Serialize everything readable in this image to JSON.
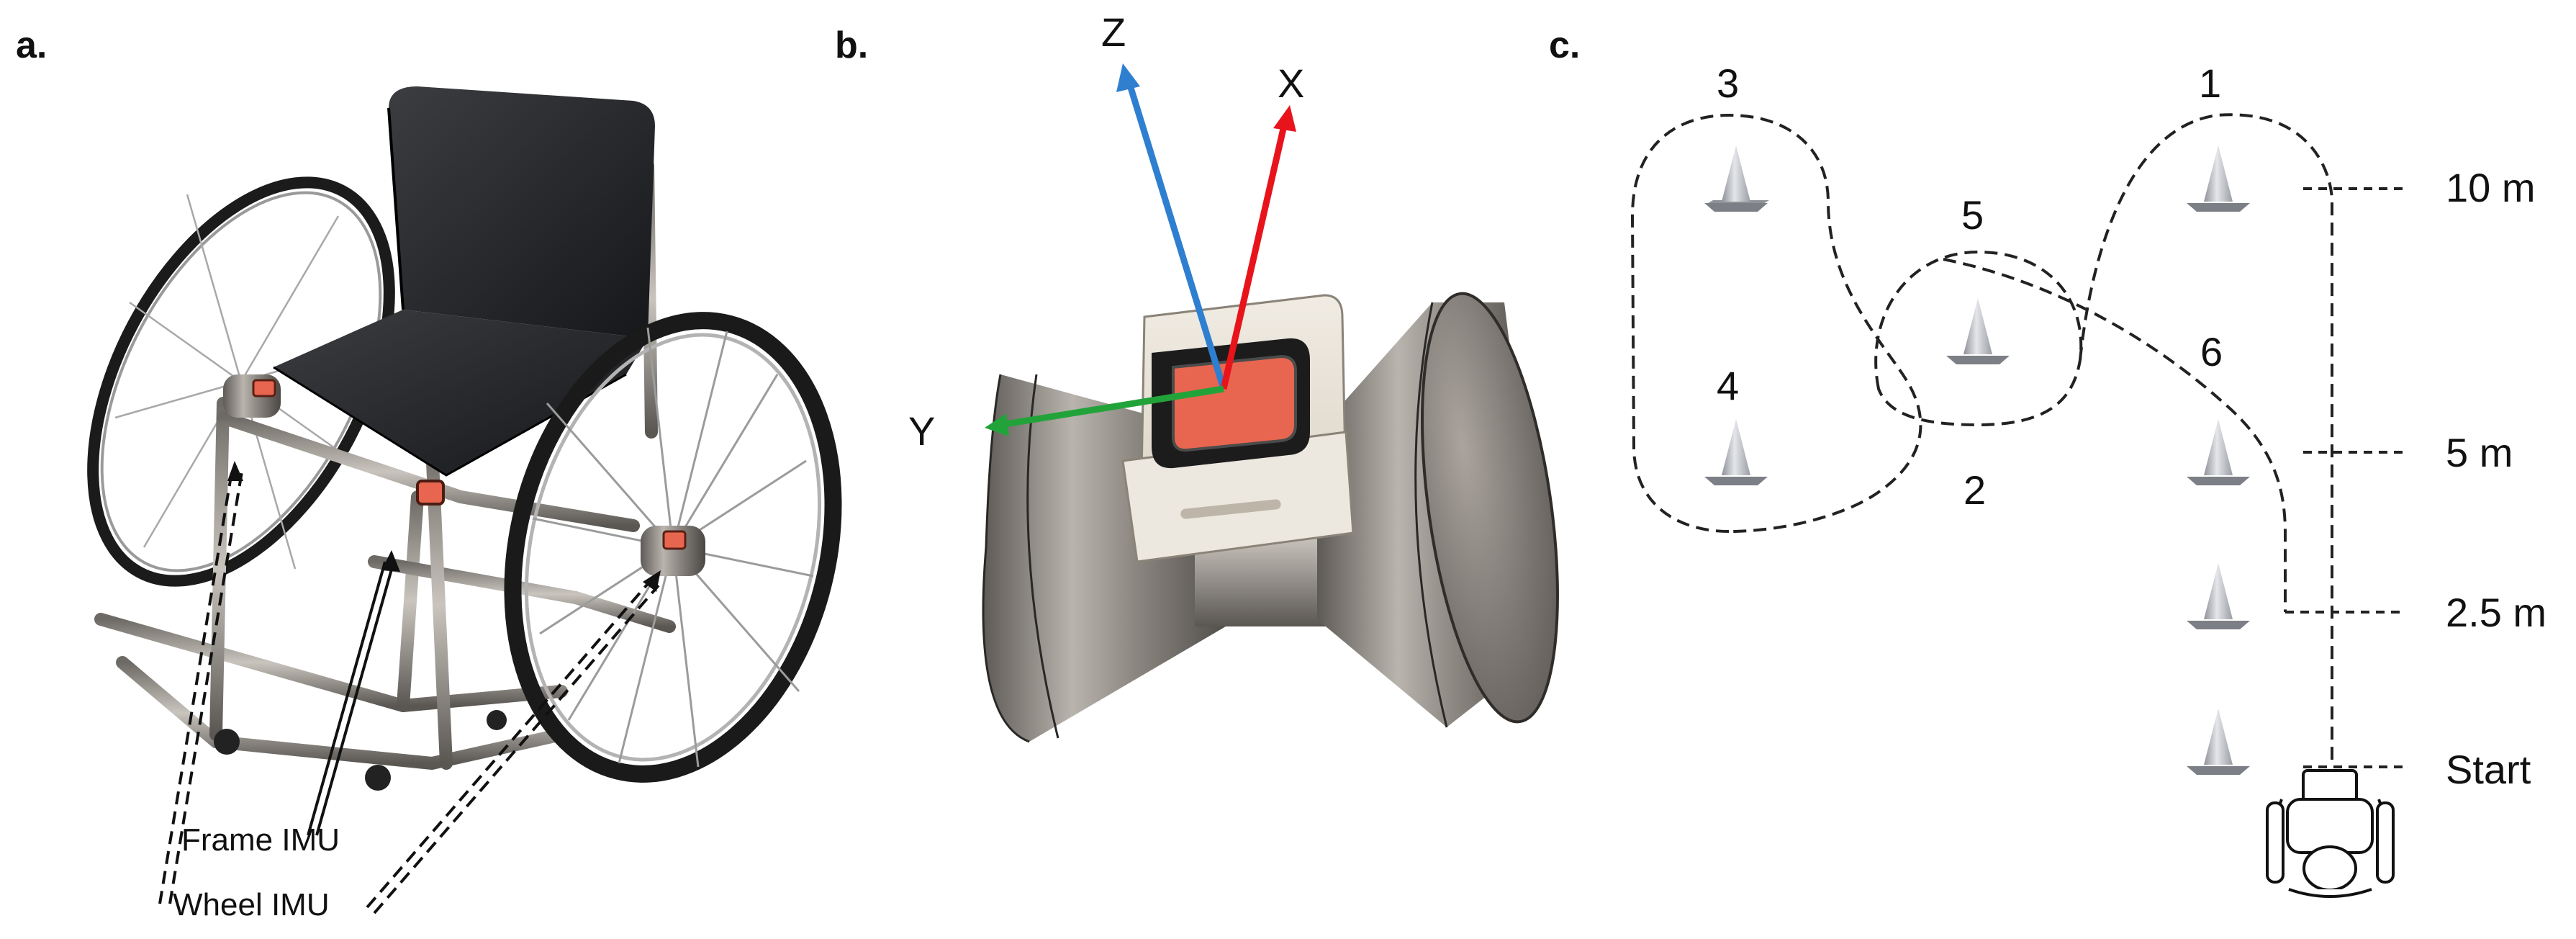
{
  "panels": {
    "a": {
      "letter": "a.",
      "frame_label": "Frame IMU",
      "wheel_label": "Wheel IMU",
      "icons": [
        "wheelchair-icon",
        "imu-sensor-icon"
      ]
    },
    "b": {
      "letter": "b.",
      "axes": {
        "x": "X",
        "y": "Y",
        "z": "Z"
      },
      "axis_colors": {
        "x": "#e8141b",
        "y": "#22a33a",
        "z": "#2f7fd1"
      },
      "sensor_color": "#e8664f"
    },
    "c": {
      "letter": "c.",
      "cone_numbers": [
        "1",
        "2",
        "3",
        "4",
        "5",
        "6"
      ],
      "distances": [
        "10 m",
        "5 m",
        "2.5 m",
        "Start"
      ],
      "icons": [
        "cone-icon",
        "wheelchair-topview-icon"
      ]
    }
  }
}
